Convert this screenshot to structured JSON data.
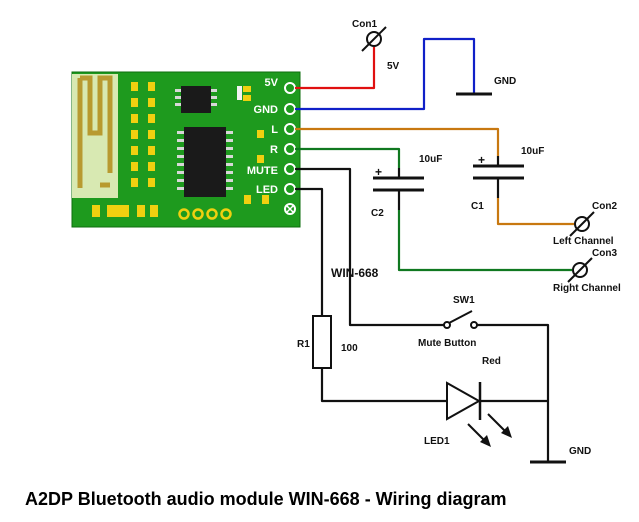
{
  "caption": "A2DP Bluetooth audio module WIN-668 - Wiring diagram",
  "module": {
    "label": "WIN-668",
    "pins": [
      "5V",
      "GND",
      "L",
      "R",
      "MUTE",
      "LED"
    ]
  },
  "components": {
    "con1": {
      "ref": "Con1",
      "value": "5V"
    },
    "gnd_top": "GND",
    "c1": {
      "ref": "C1",
      "value": "10uF",
      "polarity": "+"
    },
    "c2": {
      "ref": "C2",
      "value": "10uF",
      "polarity": "+"
    },
    "con2": {
      "ref": "Con2",
      "label": "Left Channel"
    },
    "con3": {
      "ref": "Con3",
      "label": "Right Channel"
    },
    "sw1": {
      "ref": "SW1",
      "label": "Mute Button"
    },
    "r1": {
      "ref": "R1",
      "value": "100"
    },
    "led1": {
      "ref": "LED1",
      "color": "Red"
    },
    "gnd_bottom": "GND"
  },
  "colors": {
    "wire_5v": "#e01010",
    "wire_gnd": "#1020c8",
    "wire_left": "#c87810",
    "wire_right": "#107820",
    "board": "#1e9a1e",
    "component": "#111111"
  }
}
